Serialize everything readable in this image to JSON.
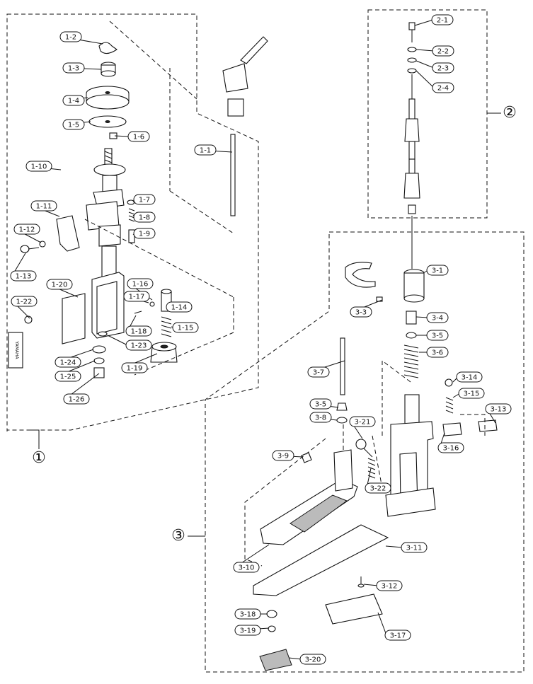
{
  "group_markers": [
    "①",
    "②",
    "③"
  ],
  "assembly_1_labels": [
    "1-1",
    "1-2",
    "1-3",
    "1-4",
    "1-5",
    "1-6",
    "1-7",
    "1-8",
    "1-9",
    "1-10",
    "1-11",
    "1-12",
    "1-13",
    "1-14",
    "1-15",
    "1-16",
    "1-17",
    "1-18",
    "1-19",
    "1-20",
    "1-22",
    "1-23",
    "1-24",
    "1-25",
    "1-26"
  ],
  "assembly_2_labels": [
    "2-1",
    "2-2",
    "2-3",
    "2-4"
  ],
  "assembly_3_labels": [
    "3-1",
    "3-3",
    "3-4",
    "3-5",
    "3-6",
    "3-7",
    "3-5",
    "3-8",
    "3-21",
    "3-9",
    "3-14",
    "3-15",
    "3-13",
    "3-16",
    "3-22",
    "3-11",
    "3-10",
    "3-12",
    "3-18",
    "3-19",
    "3-17",
    "3-20"
  ],
  "sticker_text": "YAMAHA"
}
